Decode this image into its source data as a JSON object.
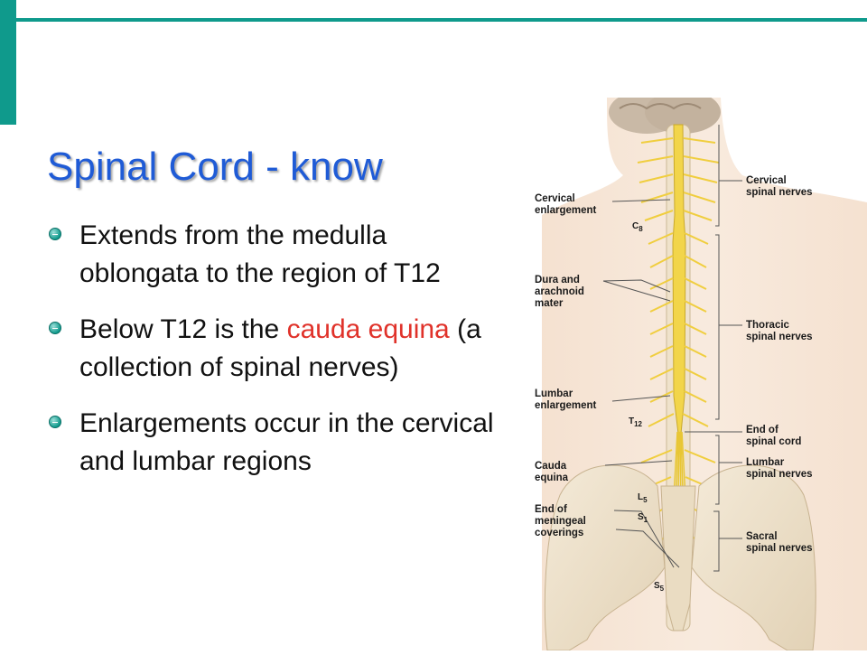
{
  "title": "Spinal Cord - know",
  "bullets": [
    {
      "text": "Extends from the medulla oblongata to the region of T12"
    },
    {
      "pre": "Below T12 is the ",
      "highlight": "cauda equina",
      "post": " (a collection of spinal nerves)"
    },
    {
      "text": "Enlargements occur in the cervical and lumbar regions"
    }
  ],
  "figure": {
    "labels": {
      "cervical_enlargement": "Cervical\nenlargement",
      "dura_arachnoid": "Dura and\narachnoid\nmater",
      "lumbar_enlargement": "Lumbar\nenlargement",
      "cauda_equina": "Cauda\nequina",
      "end_meningeal": "End of\nmeningeal\ncoverings",
      "cervical_nerves": "Cervical\nspinal nerves",
      "thoracic_nerves": "Thoracic\nspinal nerves",
      "end_spinal_cord": "End of\nspinal cord",
      "lumbar_nerves": "Lumbar\nspinal nerves",
      "sacral_nerves": "Sacral\nspinal nerves"
    },
    "segments": {
      "c8": {
        "letter": "C",
        "num": "8"
      },
      "t12": {
        "letter": "T",
        "num": "12"
      },
      "l5": {
        "letter": "L",
        "num": "5"
      },
      "s1": {
        "letter": "S",
        "num": "1"
      },
      "s5": {
        "letter": "S",
        "num": "5"
      }
    }
  },
  "colors": {
    "accent": "#0f9a8c",
    "title": "#1f5bd6",
    "highlight": "#e0322a",
    "nerve": "#f2d54a"
  }
}
